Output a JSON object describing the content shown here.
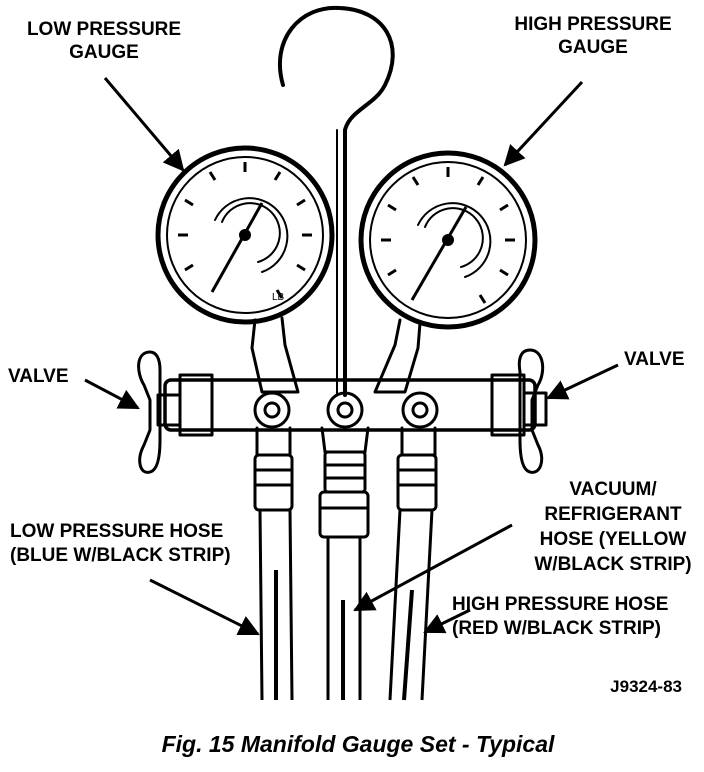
{
  "labels": {
    "low_gauge_line1": "LOW PRESSURE",
    "low_gauge_line2": "GAUGE",
    "high_gauge_line1": "HIGH PRESSURE",
    "high_gauge_line2": "GAUGE",
    "valve_left": "VALVE",
    "valve_right": "VALVE",
    "vacuum_line1": "VACUUM/",
    "vacuum_line2": "REFRIGERANT",
    "vacuum_line3": "HOSE (YELLOW",
    "vacuum_line4": "W/BLACK STRIP)",
    "low_hose_line1": "LOW PRESSURE HOSE",
    "low_hose_line2": "(BLUE W/BLACK STRIP)",
    "high_hose_line1": "HIGH PRESSURE HOSE",
    "high_hose_line2": "(RED W/BLACK STRIP)"
  },
  "figure_code": "J9324-83",
  "caption": "Fig. 15 Manifold Gauge Set - Typical"
}
